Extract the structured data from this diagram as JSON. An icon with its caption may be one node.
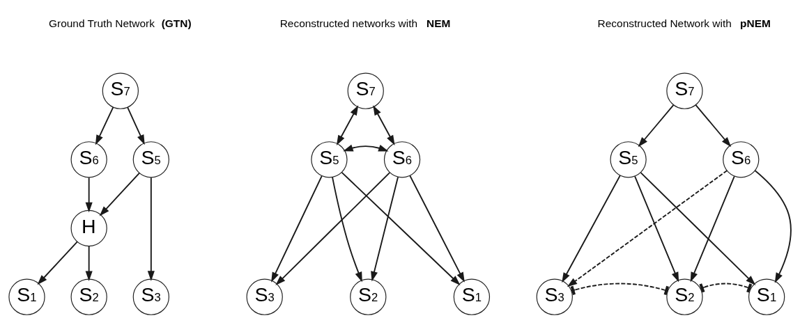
{
  "diagram": {
    "nodes": [
      {
        "text": [
          "S$_{7}$"
        ]
      },
      {
        "text": [
          "S$_{5}$"
        ]
      },
      {
        "text": [
          "S$_{6}$"
        ]
      },
      {
        "text": [
          "H"
        ]
      },
      {
        "text": [
          "S$_{3}$"
        ]
      },
      {
        "text": [
          "S$_{2}$"
        ]
      },
      {
        "text": [
          "S$_{1}$"
        ]
      },
      {
        "text": [
          "S$_{7}$"
        ]
      },
      {
        "text": [
          "S$_{5}$"
        ]
      },
      {
        "text": [
          "S$_{6}$"
        ]
      },
      {
        "text": [
          "S$_{3}$"
        ]
      },
      {
        "text": [
          "S$_{2}$"
        ]
      },
      {
        "text": [
          "S$_{1}$"
        ]
      },
      {
        "text": [
          "S$_{7}$"
        ]
      },
      {
        "text": [
          "S$_{5}$"
        ]
      },
      {
        "text": [
          "S$_{6}$"
        ]
      },
      {
        "text": [
          "S$_{3}$"
        ]
      },
      {
        "text": [
          "S$_{2}$"
        ]
      },
      {
        "text": [
          "S$_{1}$"
        ]
      }
    ],
    "edges": [
      {
        "from": 0,
        "to": 1,
        "arrow": "to"
      },
      {
        "from": 0,
        "to": 2,
        "arrow": "to"
      },
      {
        "from": 1,
        "to": 4,
        "arrow": "to"
      },
      {
        "from": 1,
        "to": 3,
        "arrow": "to"
      },
      {
        "from": 2,
        "to": 3,
        "arrow": "to"
      },
      {
        "from": 3,
        "to": 5,
        "arrow": "to"
      },
      {
        "from": 3,
        "to": 6,
        "arrow": "to"
      },
      {
        "from": 7,
        "to": 8,
        "arrow": "both"
      },
      {
        "from": 7,
        "to": 9,
        "arrow": "both"
      },
      {
        "from": 8,
        "to": 9,
        "arrow": "both"
      },
      {
        "from": 8,
        "to": 10,
        "arrow": "to"
      },
      {
        "from": 8,
        "to": 11,
        "arrow": "to"
      },
      {
        "from": 8,
        "to": 12,
        "arrow": "to"
      },
      {
        "from": 9,
        "to": 10,
        "arrow": "to"
      },
      {
        "from": 9,
        "to": 11,
        "arrow": "to"
      },
      {
        "from": 9,
        "to": 12,
        "arrow": "to"
      },
      {
        "from": 13,
        "to": 14,
        "arrow": "to"
      },
      {
        "from": 13,
        "to": 15,
        "arrow": "to"
      },
      {
        "from": 14,
        "to": 16,
        "arrow": "to"
      },
      {
        "from": 14,
        "to": 17,
        "arrow": "to"
      },
      {
        "from": 14,
        "to": 18,
        "arrow": "to"
      },
      {
        "from": 15,
        "to": 16,
        "arrow": "to",
        "style": "dashed"
      },
      {
        "from": 15,
        "to": 17,
        "arrow": "to"
      },
      {
        "from": 15,
        "to": 18,
        "arrow": "to"
      },
      {
        "from": 16,
        "to": 17,
        "arrow": "other",
        "style": "dashed"
      },
      {
        "from": 17,
        "to": 18,
        "arrow": "other",
        "style": "dashed"
      }
    ],
    "labels": [
      "Ground Truth Network **(GTN)**",
      "Reconstructed networks with **NEM**",
      "Reconstructed Network with **pNEM**"
    ]
  }
}
